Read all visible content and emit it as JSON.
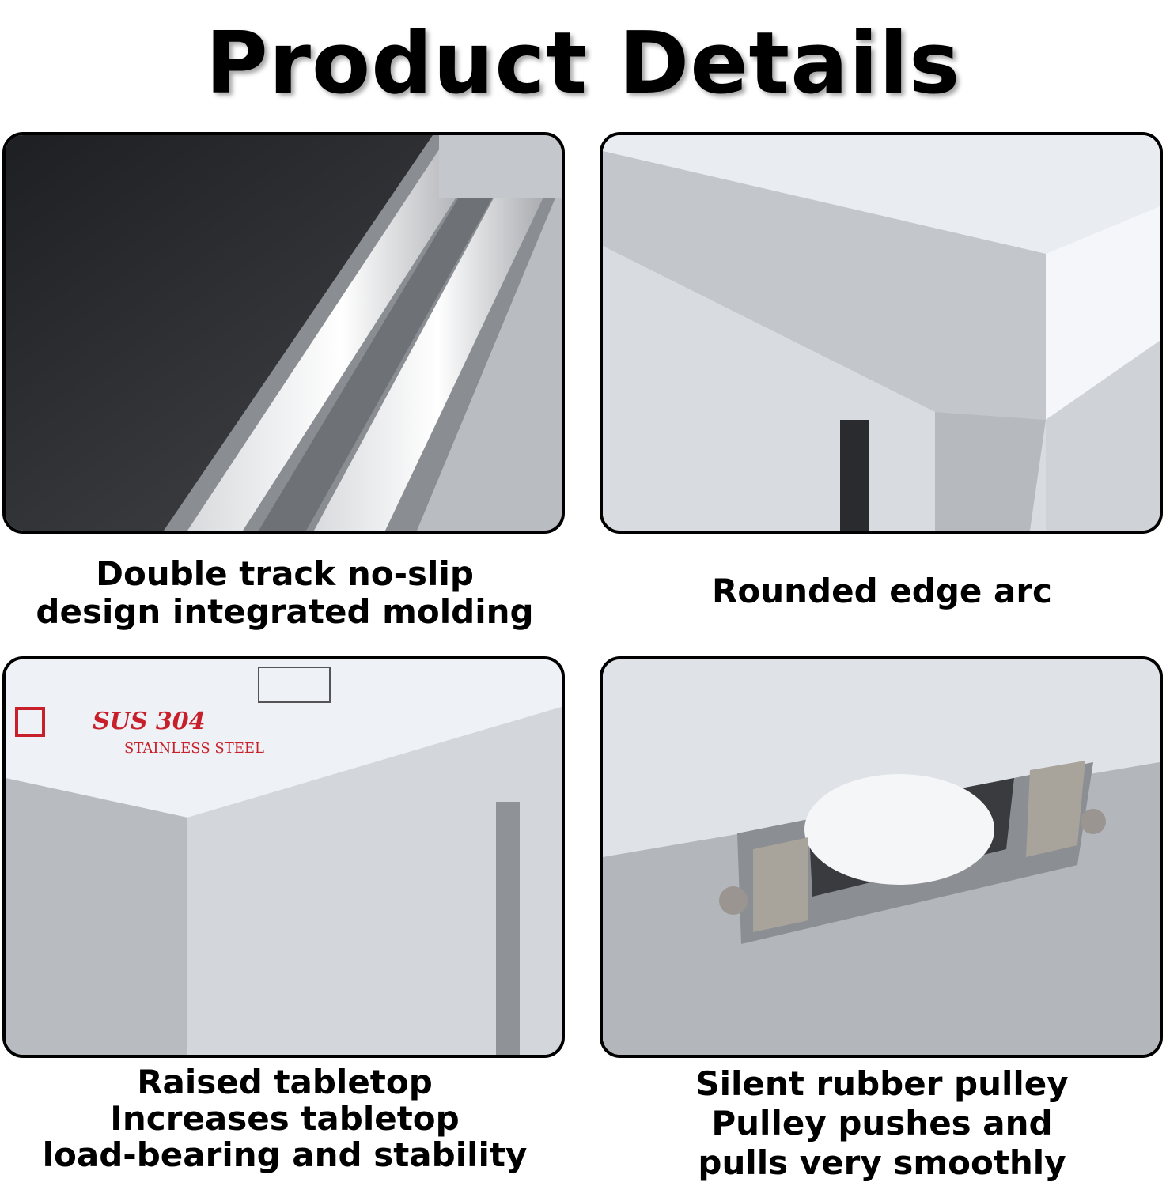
{
  "header": {
    "title": "Product Details"
  },
  "panels": [
    {
      "caption_lines": [
        "Double track no-slip",
        "design integrated molding"
      ]
    },
    {
      "caption_lines": [
        "Rounded edge arc"
      ]
    },
    {
      "caption_lines": [
        "Raised tabletop",
        "Increases tabletop",
        "load-bearing and stability"
      ],
      "label": {
        "brand": "SUS 304",
        "sub": "STAINLESS STEEL"
      }
    },
    {
      "caption_lines": [
        "Silent rubber pulley",
        "Pulley pushes and",
        "pulls very smoothly"
      ]
    }
  ],
  "colors": {
    "border": "#000000",
    "steel_light": "#e6e9ee",
    "steel_dark": "#2b2d31",
    "label_red": "#c8202a"
  }
}
